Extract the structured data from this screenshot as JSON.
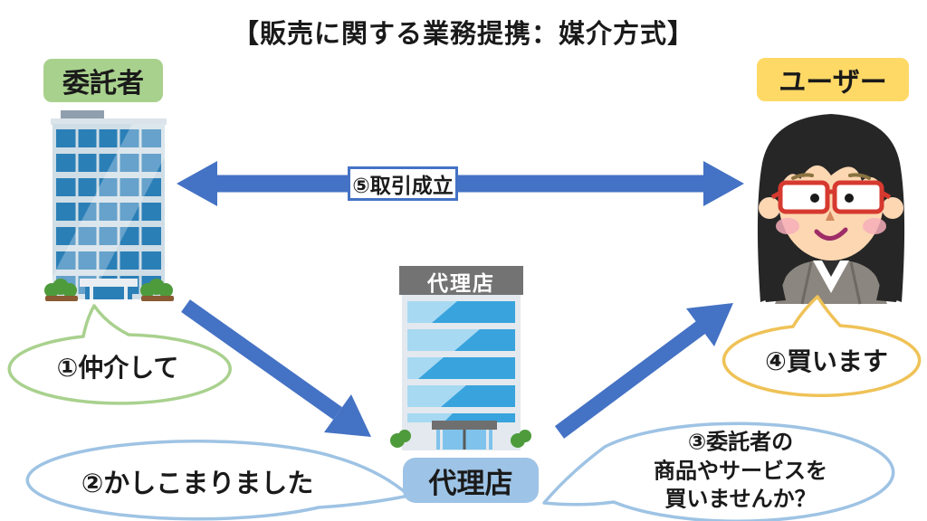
{
  "title": "【販売に関する業務提携：媒介方式】",
  "entities": {
    "consignor": {
      "label": "委託者"
    },
    "user": {
      "label": "ユーザー"
    },
    "agency": {
      "label": "代理店",
      "building_sign": "代理店"
    }
  },
  "arrows": {
    "deal_label": "⑤取引成立"
  },
  "speech_bubbles": {
    "b1": "①仲介して",
    "b2": "②かしこまりました",
    "b3_line1": "③委託者の",
    "b3_line2": "商品やサービスを",
    "b3_line3": "買いませんか？",
    "b4": "④買います"
  },
  "colors": {
    "arrow_blue": "#4472c4",
    "consignor_tag_green": "#a9d18e",
    "user_tag_yellow": "#ffd966",
    "agency_tag_blue": "#9dc3e6",
    "bubble_green_stroke": "#a9d18e",
    "bubble_blue_stroke": "#9ec3e4",
    "bubble_yellow_stroke": "#efc257",
    "building_window_blue": "#2b7fb7",
    "agency_band_blue": "#38a3dd"
  }
}
